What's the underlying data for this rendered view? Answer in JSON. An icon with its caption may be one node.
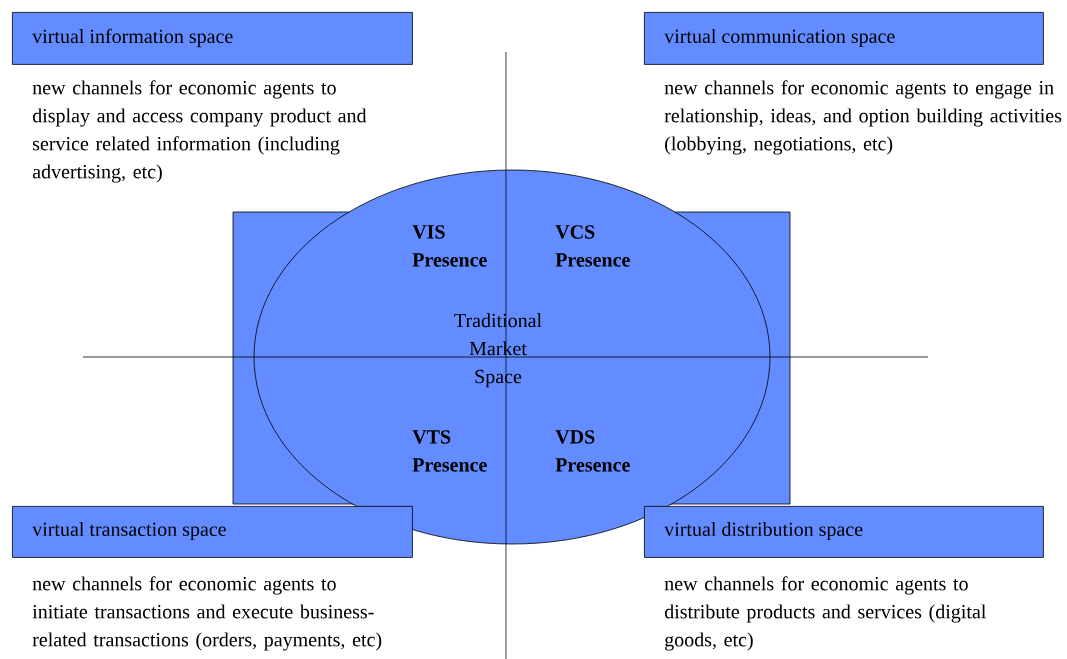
{
  "diagram": {
    "nodes": [
      {
        "text": [
          "virtual information space"
        ]
      },
      {
        "text": [
          "virtual communication space"
        ]
      },
      {
        "text": [
          "VIS Presence",
          "VCS Presence",
          "Traditional Market Space",
          "VTS Presence",
          "VDS Presence"
        ]
      },
      {
        "text": [
          "virtual transaction space"
        ]
      },
      {
        "text": [
          "virtual distribution space"
        ]
      }
    ],
    "edges": [],
    "labels": [
      "new channels for economic agents to display and access company product and service related information (including advertising, etc)",
      "new channels for economic agents to engage in relationship, ideas, and option building activities (lobbying, negotiations, etc)",
      "new channels for economic agents to initiate transactions and execute business-related transactions (orders, payments, etc)",
      "new channels for economic agents to distribute products and services (digital goods, etc)"
    ]
  }
}
